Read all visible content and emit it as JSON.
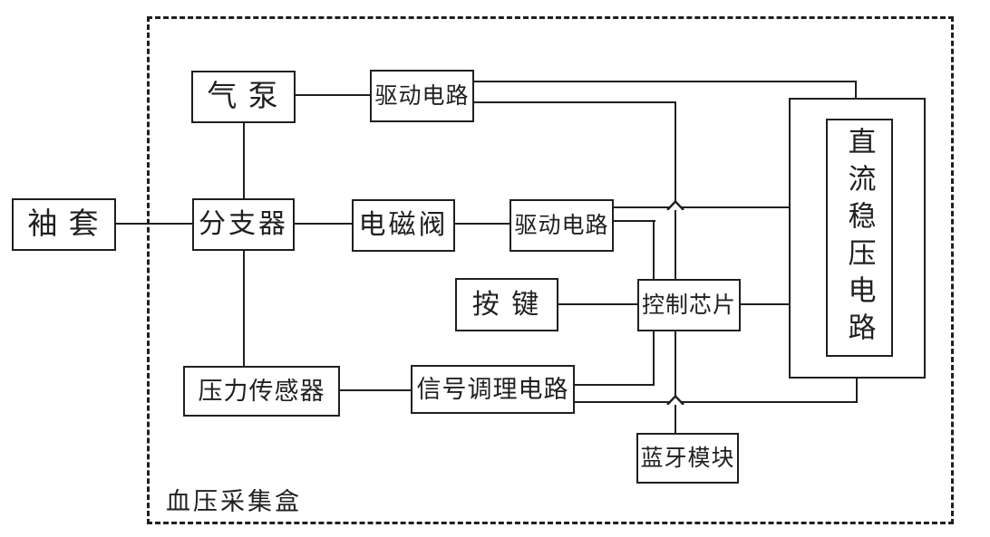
{
  "diagram": {
    "container_label": "血压采集盒",
    "nodes": {
      "cuff": {
        "label": "袖 套"
      },
      "air_pump": {
        "label": "气 泵"
      },
      "drive_circuit_1": {
        "label": "驱动电路"
      },
      "splitter": {
        "label": "分支器"
      },
      "solenoid_valve": {
        "label": "电磁阀"
      },
      "drive_circuit_2": {
        "label": "驱动电路"
      },
      "button": {
        "label": "按 键"
      },
      "control_chip": {
        "label": "控制芯片"
      },
      "pressure_sensor": {
        "label": "压力传感器"
      },
      "signal_conditioning": {
        "label": "信号调理电路"
      },
      "bluetooth_module": {
        "label": "蓝牙模块"
      },
      "dc_voltage_regulator": {
        "label": "直流稳压电路"
      }
    },
    "colors": {
      "line": "#1f1f1f",
      "background": "#ffffff"
    }
  }
}
